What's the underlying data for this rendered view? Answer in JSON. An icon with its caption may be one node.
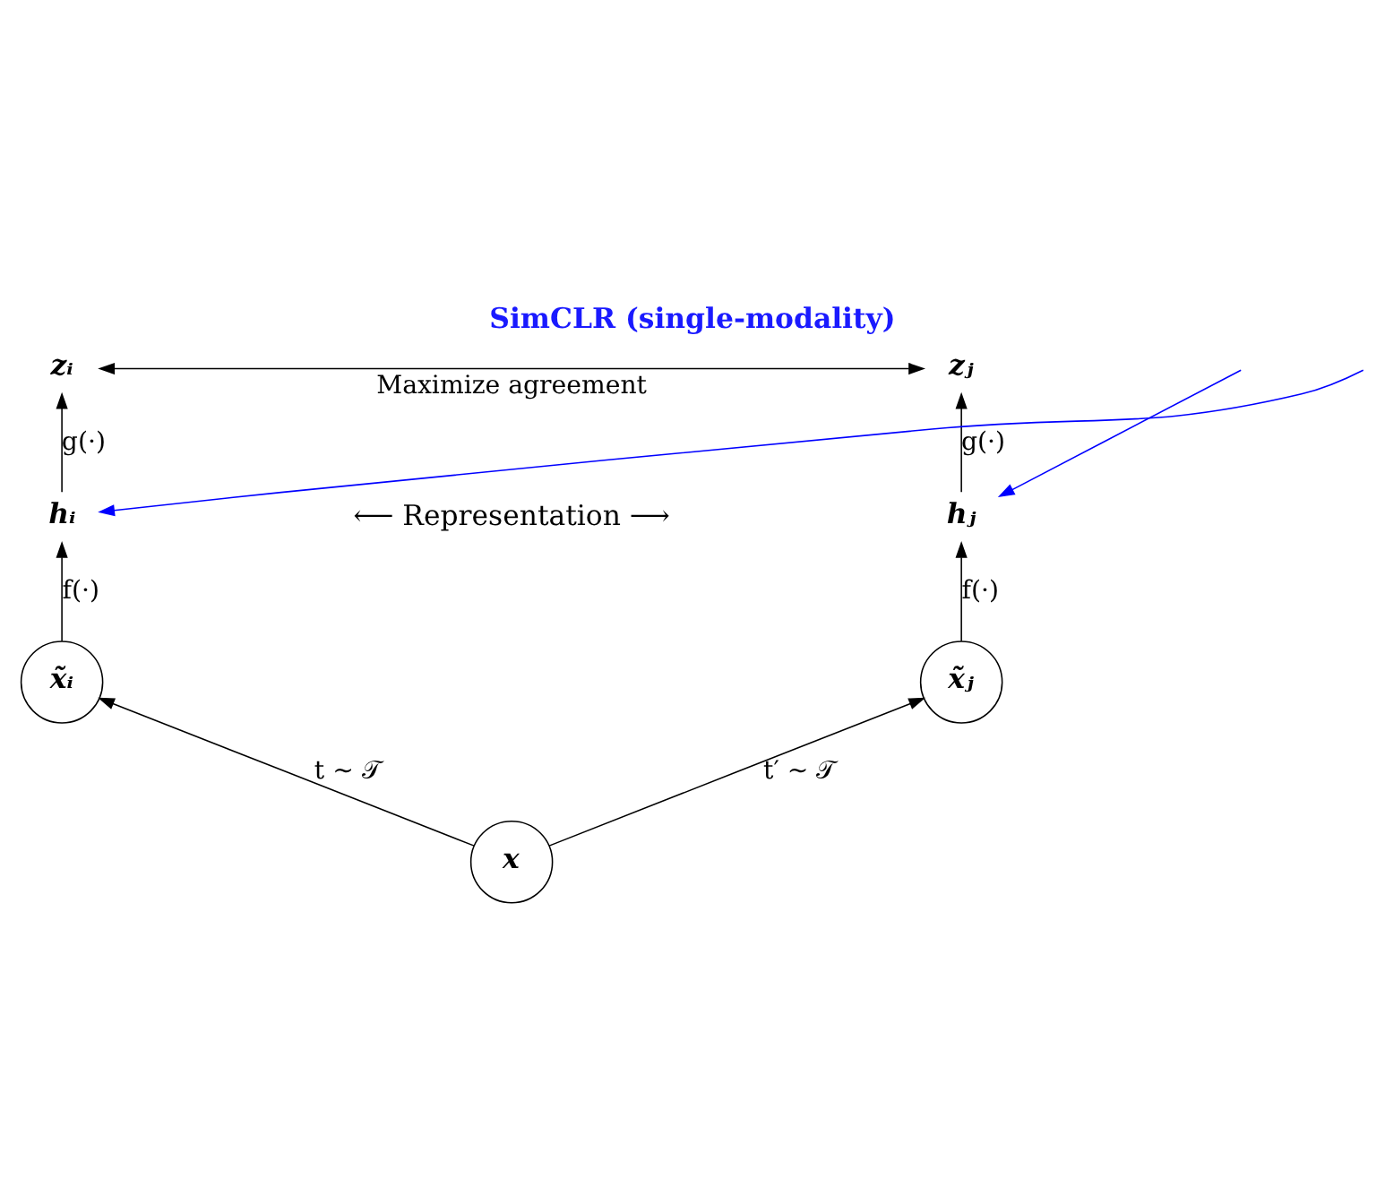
{
  "diagram": {
    "title": "SimCLR (single-modality)",
    "nodes": [
      {
        "text": [
          "zᵢ"
        ]
      },
      {
        "text": [
          "zⱼ"
        ]
      },
      {
        "text": [
          "hᵢ"
        ]
      },
      {
        "text": [
          "hⱼ"
        ]
      },
      {
        "text": [
          "x̃ᵢ"
        ]
      },
      {
        "text": [
          "x̃ⱼ"
        ]
      },
      {
        "text": [
          "x"
        ]
      }
    ],
    "edges": [
      {
        "from": 0,
        "to": 1,
        "arrow": "both",
        "label": "Maximize agreement"
      },
      {
        "from": 2,
        "to": 0,
        "arrow": "to",
        "label": "g(·)"
      },
      {
        "from": 3,
        "to": 1,
        "arrow": "to",
        "label": "g(·)"
      },
      {
        "from": 4,
        "to": 2,
        "arrow": "to",
        "label": "f(·)"
      },
      {
        "from": 5,
        "to": 3,
        "arrow": "to",
        "label": "f(·)"
      },
      {
        "from": 6,
        "to": 4,
        "arrow": "to",
        "label": "t ∼ 𝒯"
      },
      {
        "from": 6,
        "to": 5,
        "arrow": "to",
        "label": "t′ ∼ 𝒯"
      },
      {
        "from": null,
        "to": 2,
        "arrow": "to",
        "color": "#0000ff"
      },
      {
        "from": null,
        "to": 3,
        "arrow": "to",
        "color": "#0000ff"
      }
    ],
    "labels": [
      "⟵ Representation ⟶"
    ]
  }
}
